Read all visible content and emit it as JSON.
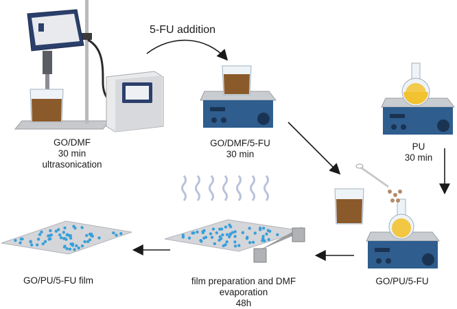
{
  "steps": {
    "sonication": {
      "line1": "GO/DMF",
      "line2": "30 min",
      "line3": "ultrasonication"
    },
    "stir1": {
      "line1": "GO/DMF/5-FU",
      "line2": "30 min"
    },
    "pu": {
      "line1": "PU",
      "line2": "30 min"
    },
    "mix": {
      "line1": "GO/PU/5-FU"
    },
    "film_prep": {
      "line1": "film preparation and DMF",
      "line2": "evaporation",
      "line3": "48h"
    },
    "film": {
      "line1": "GO/PU/5-FU film"
    }
  },
  "arrows": {
    "addition_label": "5-FU addition"
  },
  "colors": {
    "stirrer_blue": "#2e5d8e",
    "stirrer_top": "#c9ccd1",
    "liquid_brown": "#8b5a2b",
    "liquid_yellow": "#f2c230",
    "film_gray": "#d4d6da",
    "particle_blue": "#3a9fd8",
    "vapor": "#b9c2dc"
  }
}
